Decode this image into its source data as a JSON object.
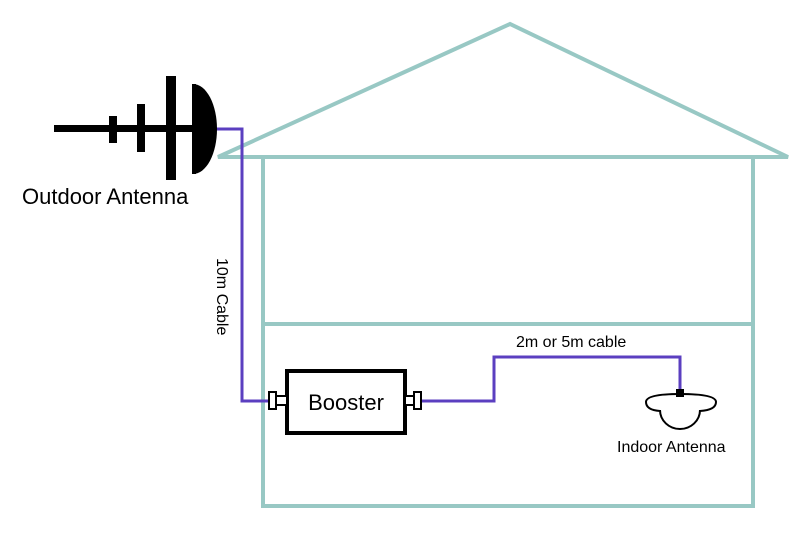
{
  "labels": {
    "outdoor_antenna": "Outdoor Antenna",
    "cable_10m": "10m Cable",
    "booster": "Booster",
    "cable_short": "2m or 5m cable",
    "indoor_antenna": "Indoor Antenna"
  },
  "colors": {
    "house": "#98c8c4",
    "cable": "#5b3fc0",
    "device": "#000000",
    "background": "#ffffff"
  }
}
